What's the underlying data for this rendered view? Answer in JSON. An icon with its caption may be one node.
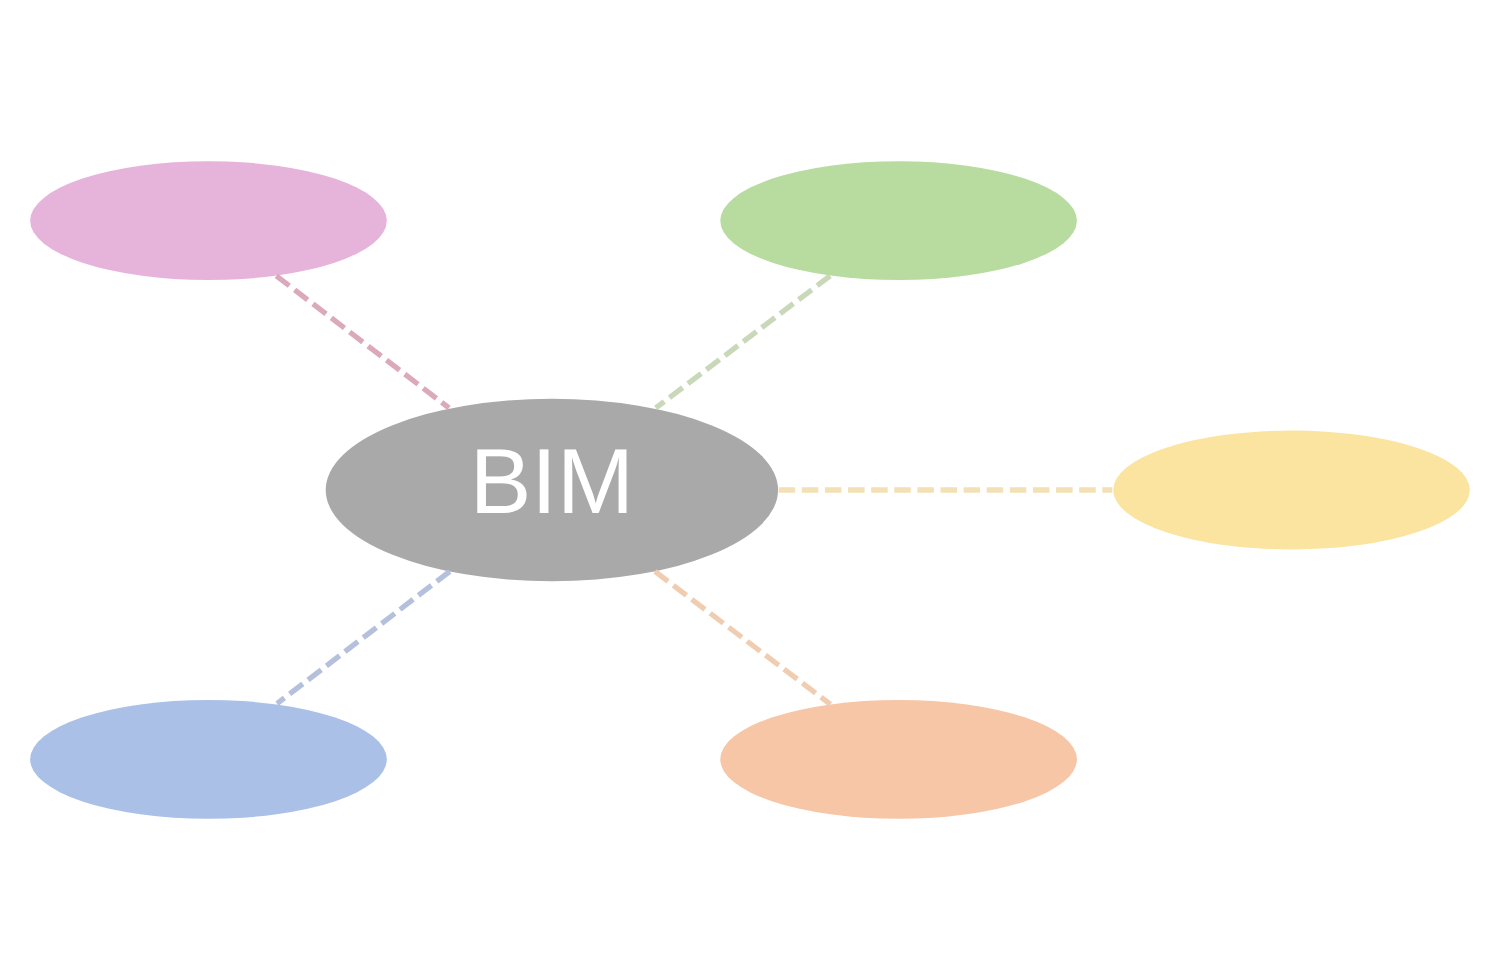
{
  "diagram": {
    "nodes": [
      {
        "text": [],
        "shape": "ellipse"
      },
      {
        "text": [],
        "shape": "ellipse"
      },
      {
        "text": [
          "BIM"
        ]
      },
      {
        "text": [],
        "shape": "ellipse"
      },
      {
        "text": [],
        "shape": "ellipse"
      },
      {
        "text": [],
        "shape": "ellipse"
      }
    ],
    "edges": [
      {
        "from": 0,
        "to": 2,
        "arrow": "none",
        "style": "dashed",
        "color": "#dca8bc"
      },
      {
        "from": 1,
        "to": 2,
        "arrow": "none",
        "style": "dashed",
        "color": "#c8d8b8"
      },
      {
        "from": 2,
        "to": 3,
        "arrow": "none",
        "style": "dashed",
        "color": "#f3e0b4"
      },
      {
        "from": 2,
        "to": 4,
        "arrow": "none",
        "style": "dashed",
        "color": "#b4c0dc"
      },
      {
        "from": 2,
        "to": 5,
        "arrow": "none",
        "style": "dashed",
        "color": "#f0cdb0"
      }
    ]
  }
}
